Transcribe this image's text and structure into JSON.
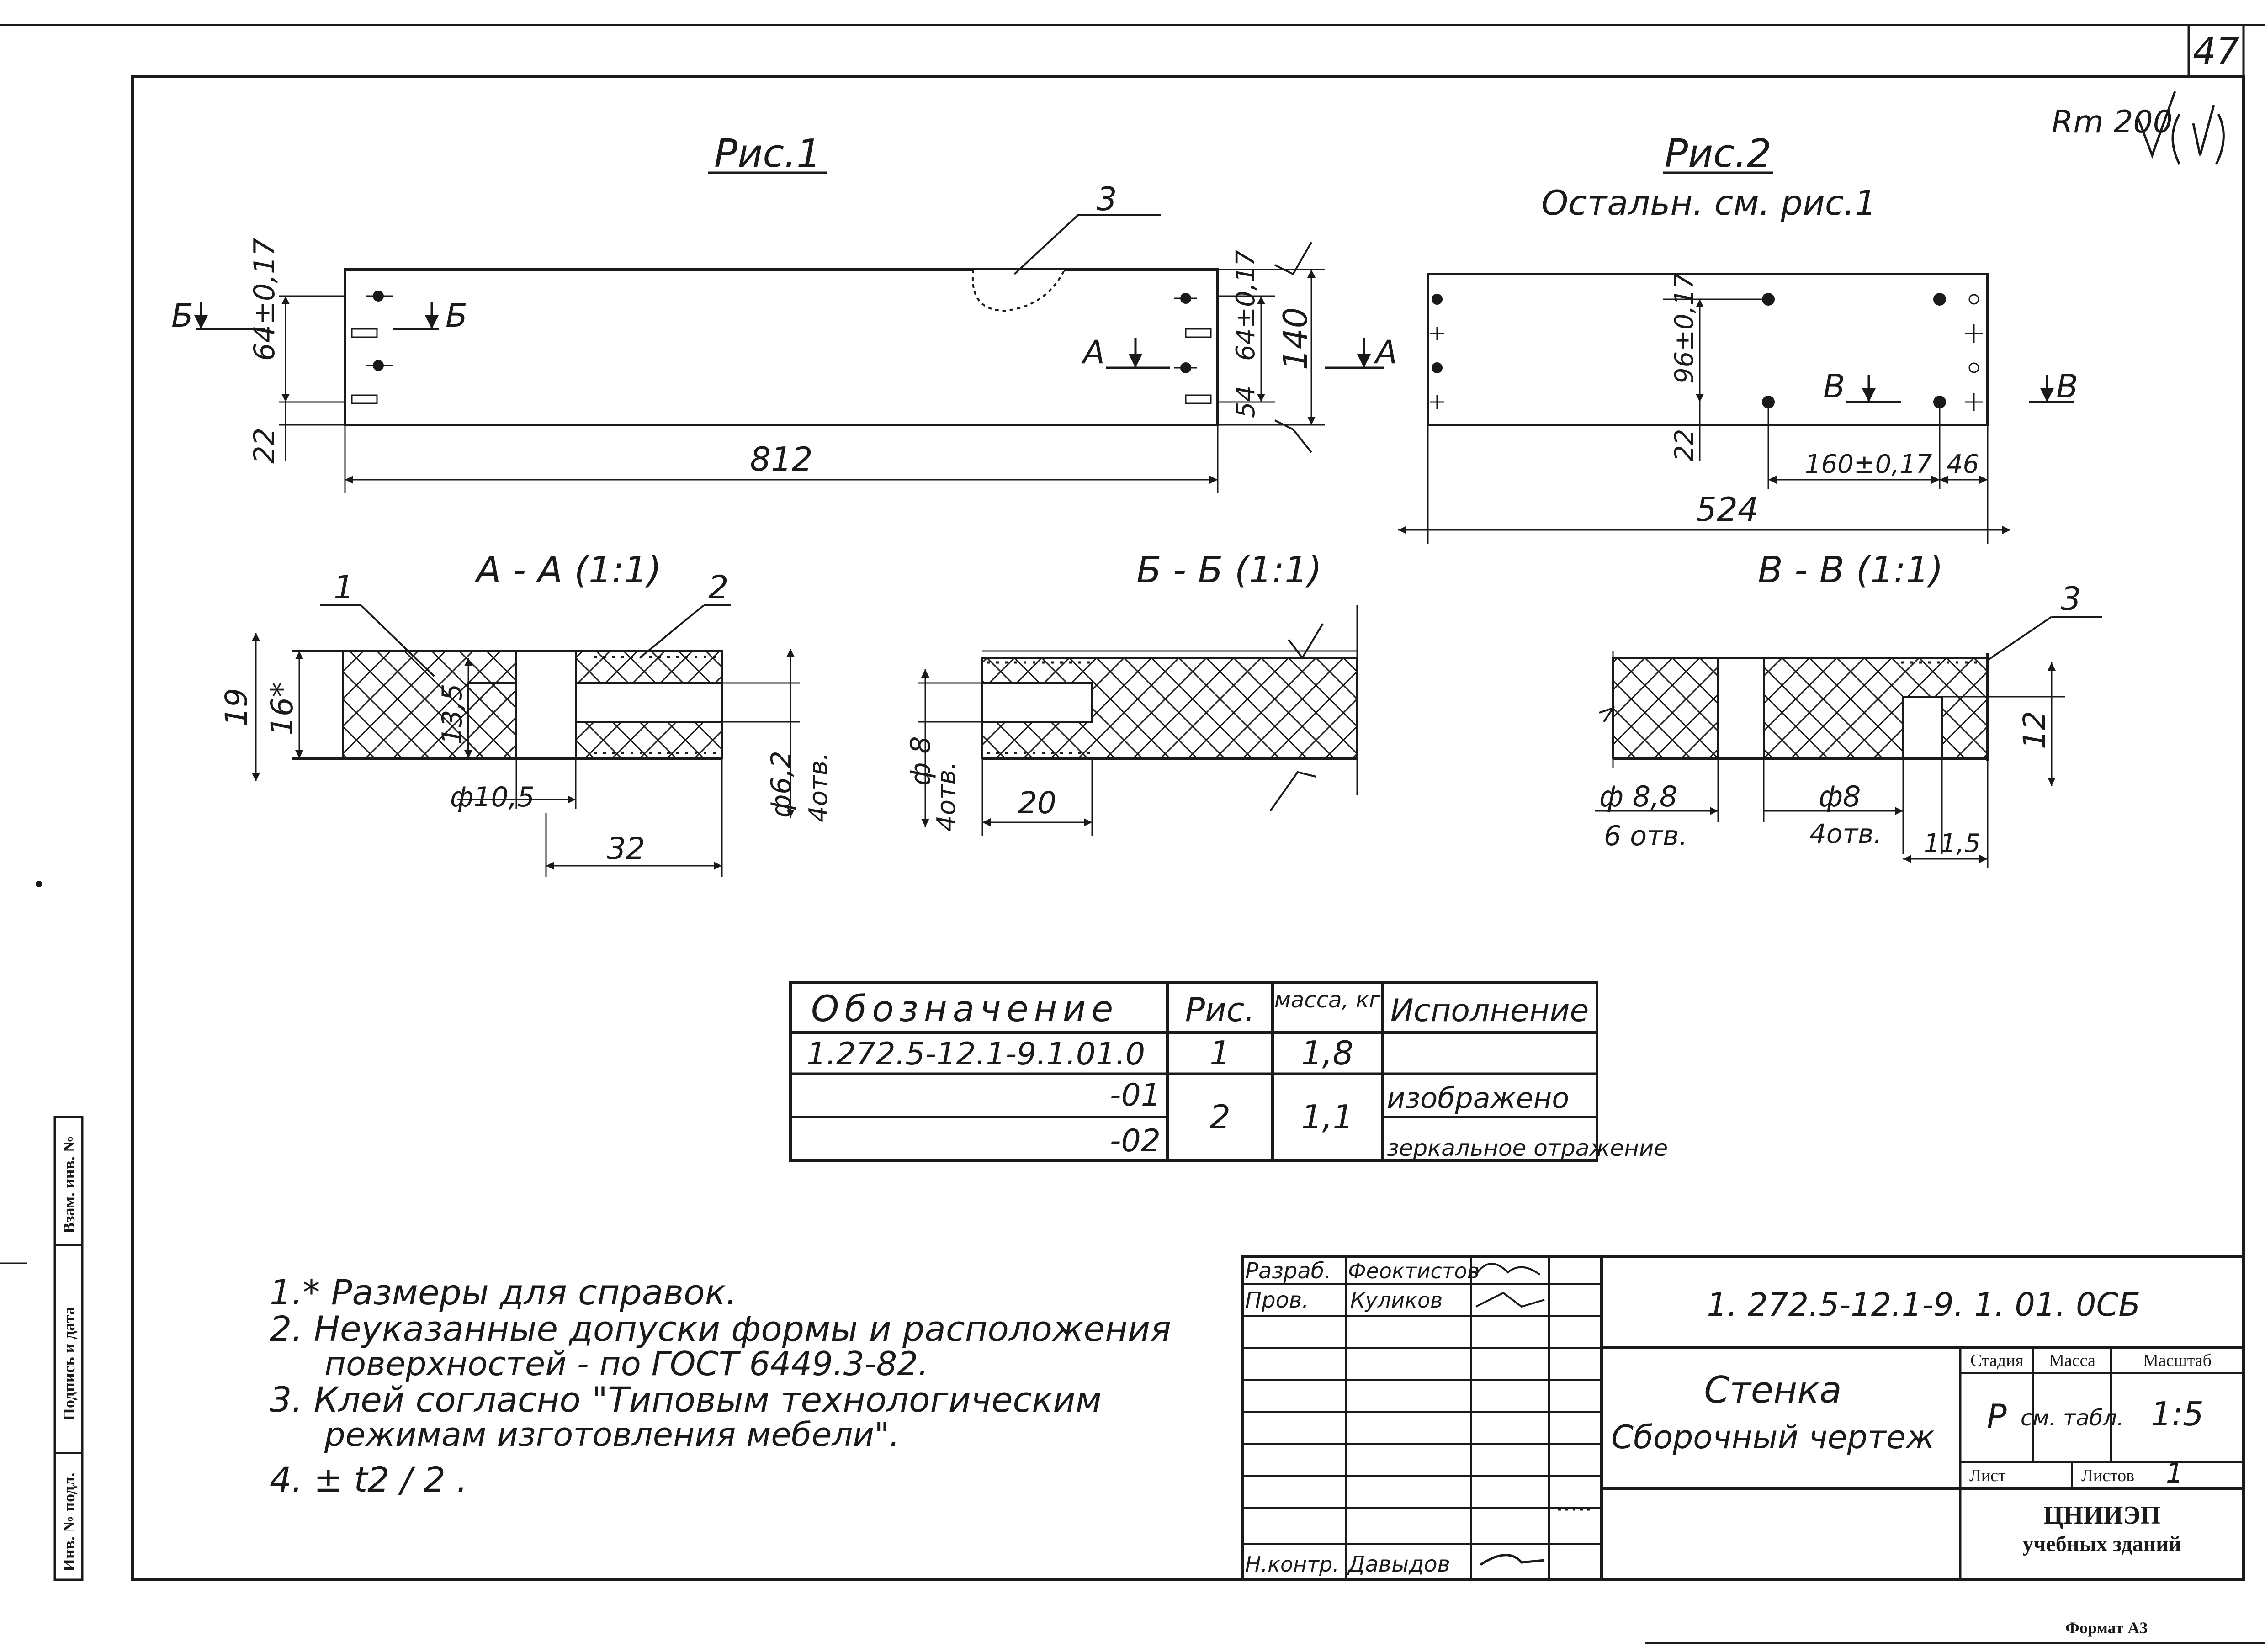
{
  "sheet": {
    "number": "47",
    "roughness": "Rm 200",
    "format": "Формат А3"
  },
  "fig1": {
    "title": "Рис.1",
    "leader_3": "3",
    "section_b": "Б",
    "section_a": "А",
    "dim_64_left": "64±0,17",
    "dim_22": "22",
    "dim_812": "812",
    "dim_64_right": "64±0,17",
    "dim_140": "140",
    "dim_54": "54"
  },
  "fig2": {
    "title": "Рис.2",
    "subtitle": "Остальн. см. рис.1",
    "section_v": "В",
    "dim_96": "96±0,17",
    "dim_22": "22",
    "dim_160": "160±0,17",
    "dim_46": "46",
    "dim_524": "524"
  },
  "section_aa": {
    "title": "А - А (1:1)",
    "leader_1": "1",
    "leader_2": "2",
    "dim_19": "19",
    "dim_16": "16*",
    "dim_13_5": "13,5",
    "dim_phi10_5": "ф10,5",
    "dim_32": "32",
    "dim_phi6_2": "ф6,2",
    "holes": "4отв."
  },
  "section_bb": {
    "title": "Б - Б (1:1)",
    "dim_phi8": "ф 8",
    "holes": "4отв.",
    "dim_20": "20"
  },
  "section_vv": {
    "title": "В - В (1:1)",
    "leader_3": "3",
    "dim_12": "12",
    "dim_phi8_8": "ф 8,8",
    "holes_6": "6 отв.",
    "dim_phi8": "ф8",
    "holes_4": "4отв.",
    "dim_11_5": "11,5"
  },
  "spec_table": {
    "headers": [
      "Обозначение",
      "Рис.",
      "масса, кг",
      "Исполнение"
    ],
    "rows": [
      [
        "1.272.5-12.1-9.1.01.0",
        "1",
        "1,8",
        ""
      ],
      [
        "-01",
        "2",
        "1,1",
        "изображено"
      ],
      [
        "-02",
        "",
        "",
        "зеркальное отражение"
      ]
    ]
  },
  "notes": [
    "1.* Размеры для справок.",
    "2. Неуказанные допуски формы и расположения",
    "поверхностей - по ГОСТ 6449.3-82.",
    "3. Клей согласно \"Типовым технологическим",
    "режимам изготовления мебели\".",
    "4. ± t2 / 2 ."
  ],
  "title_block": {
    "designation": "1. 272.5-12.1-9. 1. 01. 0СБ",
    "name_line1": "Стенка",
    "name_line2": "Сборочный чертеж",
    "role_1": "Разраб.",
    "person_1": "Феоктистов",
    "role_2": "Пров.",
    "person_2": "Куликов",
    "role_3": "Н.контр.",
    "person_3": "Давыдов",
    "stage_label": "Стадия",
    "mass_label": "Масса",
    "scale_label": "Масштаб",
    "stage": "Р",
    "mass": "см. табл.",
    "scale": "1:5",
    "sheet_label": "Лист",
    "sheets_label": "Листов",
    "sheets": "1",
    "org_line1": "ЦНИИЭП",
    "org_line2": "учебных зданий"
  },
  "side_stamp": {
    "cell_1": "Взам. инв. №",
    "cell_2": "Подпись и дата",
    "cell_3": "Инв. № подл."
  }
}
